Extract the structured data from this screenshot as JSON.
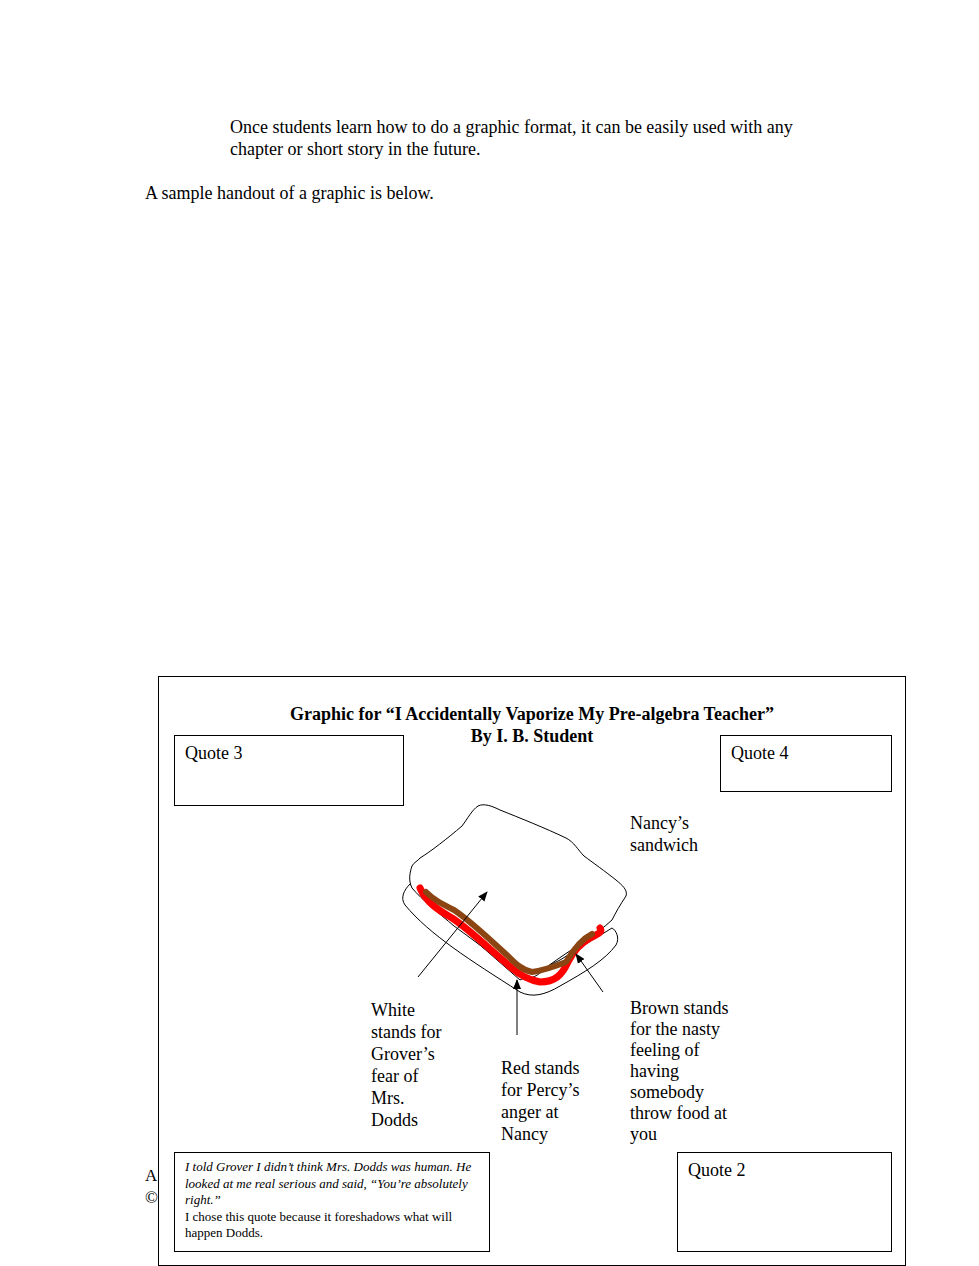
{
  "diagram": {
    "nodes": [
      {
        "text": [
          "Graphic for “I Accidentally Vaporize My Pre-algebra Teacher”",
          "By I. B. Student"
        ]
      },
      {
        "text": [
          "Quote 3"
        ],
        "in": 0
      },
      {
        "text": [
          "Quote 4"
        ],
        "in": 0
      },
      {
        "text": [
          "I told Grover I didn’t think Mrs. Dodds was human. He looked at me real serious and said, “You’re absolutely right.”",
          "I chose this quote because it foreshadows what will happen Dodds."
        ],
        "in": 0
      },
      {
        "text": [
          "Quote 2"
        ],
        "in": 0
      }
    ],
    "labels": [
      "Once students learn how to do a graphic format, it can be easily used with any chapter or short story in the future.",
      "A sample handout of a graphic is below.",
      "Nancy’s sandwich",
      "White stands for Grover’s fear of Mrs. Dodds",
      "Red stands for Percy’s anger at Nancy",
      "Brown stands for the nasty feeling of having somebody throw food at you",
      "A",
      "©"
    ]
  }
}
